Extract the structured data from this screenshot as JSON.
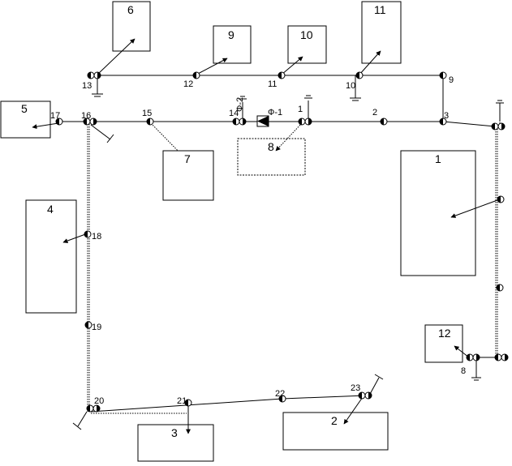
{
  "colors": {
    "line": "#000000",
    "dotted": "#555555",
    "background": "#ffffff"
  },
  "boxes": [
    {
      "id": "6",
      "label": "6",
      "style": "solid"
    },
    {
      "id": "9",
      "label": "9",
      "style": "solid"
    },
    {
      "id": "10",
      "label": "10",
      "style": "solid"
    },
    {
      "id": "11",
      "label": "11",
      "style": "solid"
    },
    {
      "id": "5",
      "label": "5",
      "style": "solid"
    },
    {
      "id": "8",
      "label": "8",
      "style": "dotted"
    },
    {
      "id": "7",
      "label": "7",
      "style": "solid"
    },
    {
      "id": "1",
      "label": "1",
      "style": "solid"
    },
    {
      "id": "4",
      "label": "4",
      "style": "solid"
    },
    {
      "id": "12",
      "label": "12",
      "style": "solid"
    },
    {
      "id": "3",
      "label": "3",
      "style": "solid"
    },
    {
      "id": "2",
      "label": "2",
      "style": "solid"
    }
  ],
  "node_labels": {
    "n13": "13",
    "n12": "12",
    "n11": "11",
    "n10": "10",
    "n9": "9",
    "n17": "17",
    "n16": "16",
    "n15": "15",
    "n14": "14",
    "n1": "1",
    "n2": "2",
    "n3": "3",
    "n18": "18",
    "n19": "19",
    "n20": "20",
    "n21": "21",
    "n22": "22",
    "n23": "23",
    "n8": "8"
  },
  "device_labels": {
    "filter1": "Ф-1",
    "filter2": "Ф-2"
  }
}
